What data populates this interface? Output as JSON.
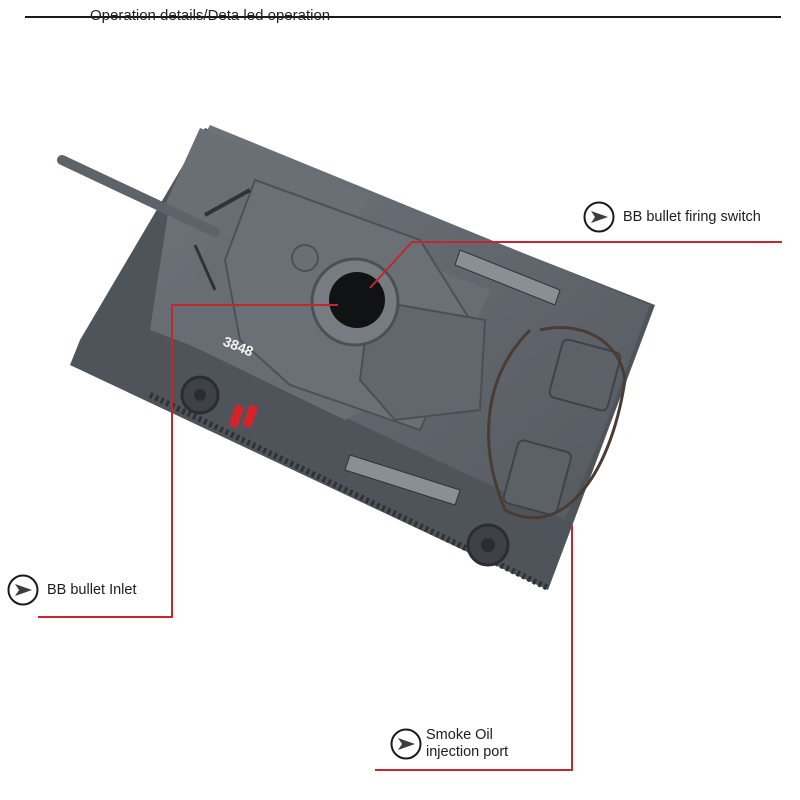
{
  "header": {
    "title": "Operation details/Deta led operation"
  },
  "product": {
    "name": "tank-model",
    "hull_number": "3848",
    "hull_color": "#5f646b",
    "accent_color": "#d4242a"
  },
  "callouts": [
    {
      "id": "bb-bullet-firing-switch",
      "label": "BB bullet firing switch",
      "icon": "arrow-right-circle-icon"
    },
    {
      "id": "bb-bullet-inlet",
      "label": "BB bullet Inlet",
      "icon": "arrow-right-circle-icon"
    },
    {
      "id": "smoke-oil-injection-port",
      "label_line1": "Smoke Oil",
      "label_line2": "injection port",
      "icon": "arrow-right-circle-icon"
    }
  ],
  "colors": {
    "leader_line": "#c4262e",
    "rule": "#1a1a1a",
    "background": "#ffffff"
  }
}
